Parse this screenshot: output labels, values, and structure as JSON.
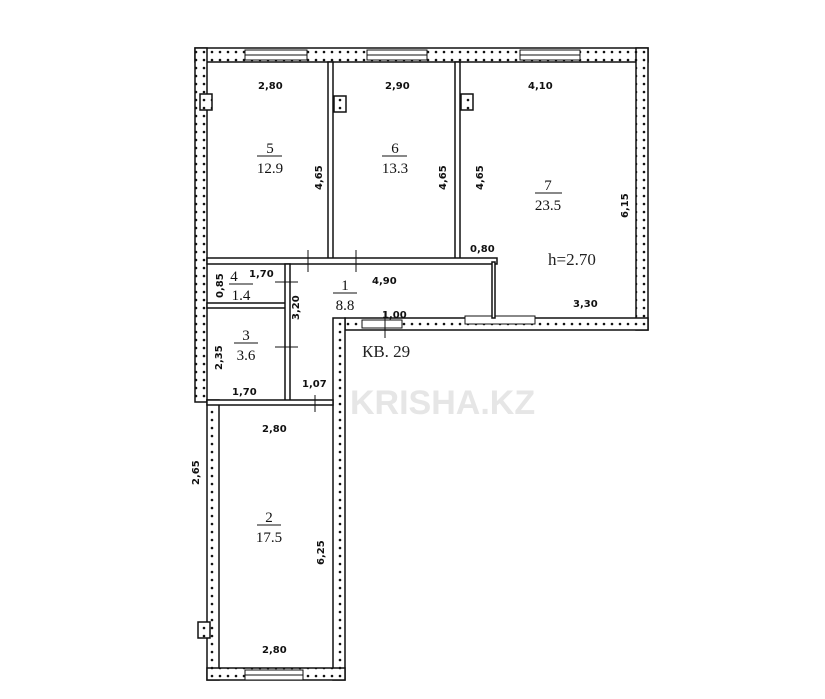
{
  "plan": {
    "apartment_label": "КВ. 29",
    "ceiling_height": "h=2.70",
    "watermark": "KRISHA.KZ",
    "rooms": [
      {
        "number": "1",
        "area": "8.8"
      },
      {
        "number": "2",
        "area": "17.5"
      },
      {
        "number": "3",
        "area": "3.6"
      },
      {
        "number": "4",
        "area": "1.4"
      },
      {
        "number": "5",
        "area": "12.9"
      },
      {
        "number": "6",
        "area": "13.3"
      },
      {
        "number": "7",
        "area": "23.5"
      }
    ],
    "dimensions": {
      "r5_width": "2,80",
      "r5_length": "4,65",
      "r6_width": "2,90",
      "r6_length": "4,65",
      "r7_width": "4,10",
      "r7_length_left": "4,65",
      "r7_length_right": "6,15",
      "r7_bottom": "3,30",
      "r7_opening": "0,80",
      "r1_length": "4,90",
      "r1_height": "3,20",
      "r1_opening": "1,00",
      "r1_bottom": "1,07",
      "r4_width": "1,70",
      "r4_height": "0,85",
      "r3_width": "1,70",
      "r3_height": "2,35",
      "r2_top": "2,80",
      "r2_bottom": "2,80",
      "r2_length": "6,25",
      "r2_outer": "2,65"
    },
    "colors": {
      "wall": "#111111",
      "background": "#ffffff"
    }
  }
}
